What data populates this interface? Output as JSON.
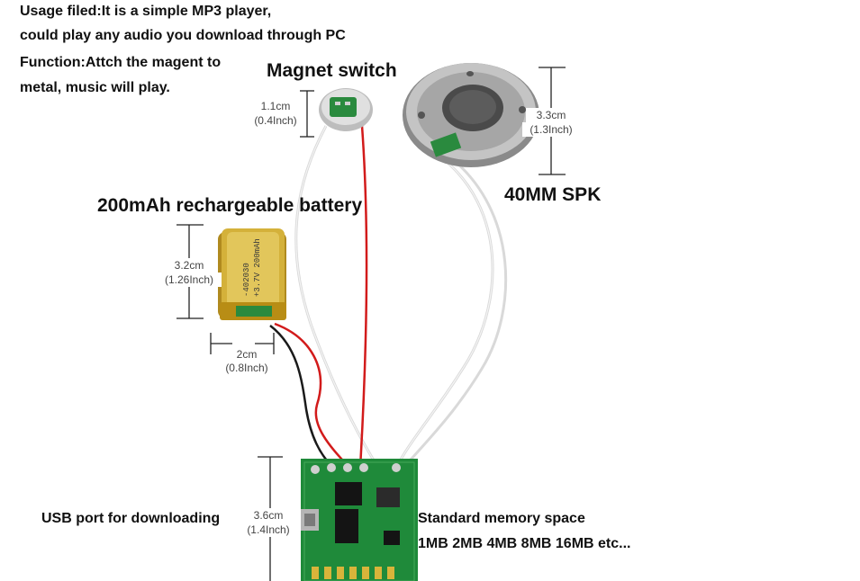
{
  "usage": {
    "line1": "Usage filed:It is a simple MP3 player,",
    "line2": "could play any audio you download through PC",
    "line3": "Function:Attch the magent to",
    "line4": "metal, music will play."
  },
  "labels": {
    "magnet_switch": "Magnet switch",
    "speaker": "40MM SPK",
    "battery": "200mAh rechargeable battery",
    "usb_port": "USB port for downloading",
    "memory_title": "Standard memory space",
    "memory_sizes": "1MB 2MB 4MB 8MB 16MB etc..."
  },
  "dimensions": {
    "magnet_cm": "1.1cm",
    "magnet_inch": "(0.4Inch)",
    "speaker_cm": "3.3cm",
    "speaker_inch": "(1.3Inch)",
    "battery_h_cm": "3.2cm",
    "battery_h_inch": "(1.26Inch)",
    "battery_w_cm": "2cm",
    "battery_w_inch": "(0.8Inch)",
    "board_cm": "3.6cm",
    "board_inch": "(1.4Inch)"
  },
  "battery_print": {
    "line1": "-402030",
    "line2": "+3.7V 200mAh"
  },
  "colors": {
    "board_green": "#1f8a3a",
    "battery_gold": "#c9a227",
    "wire_red": "#d21b1b",
    "wire_black": "#1a1a1a"
  }
}
